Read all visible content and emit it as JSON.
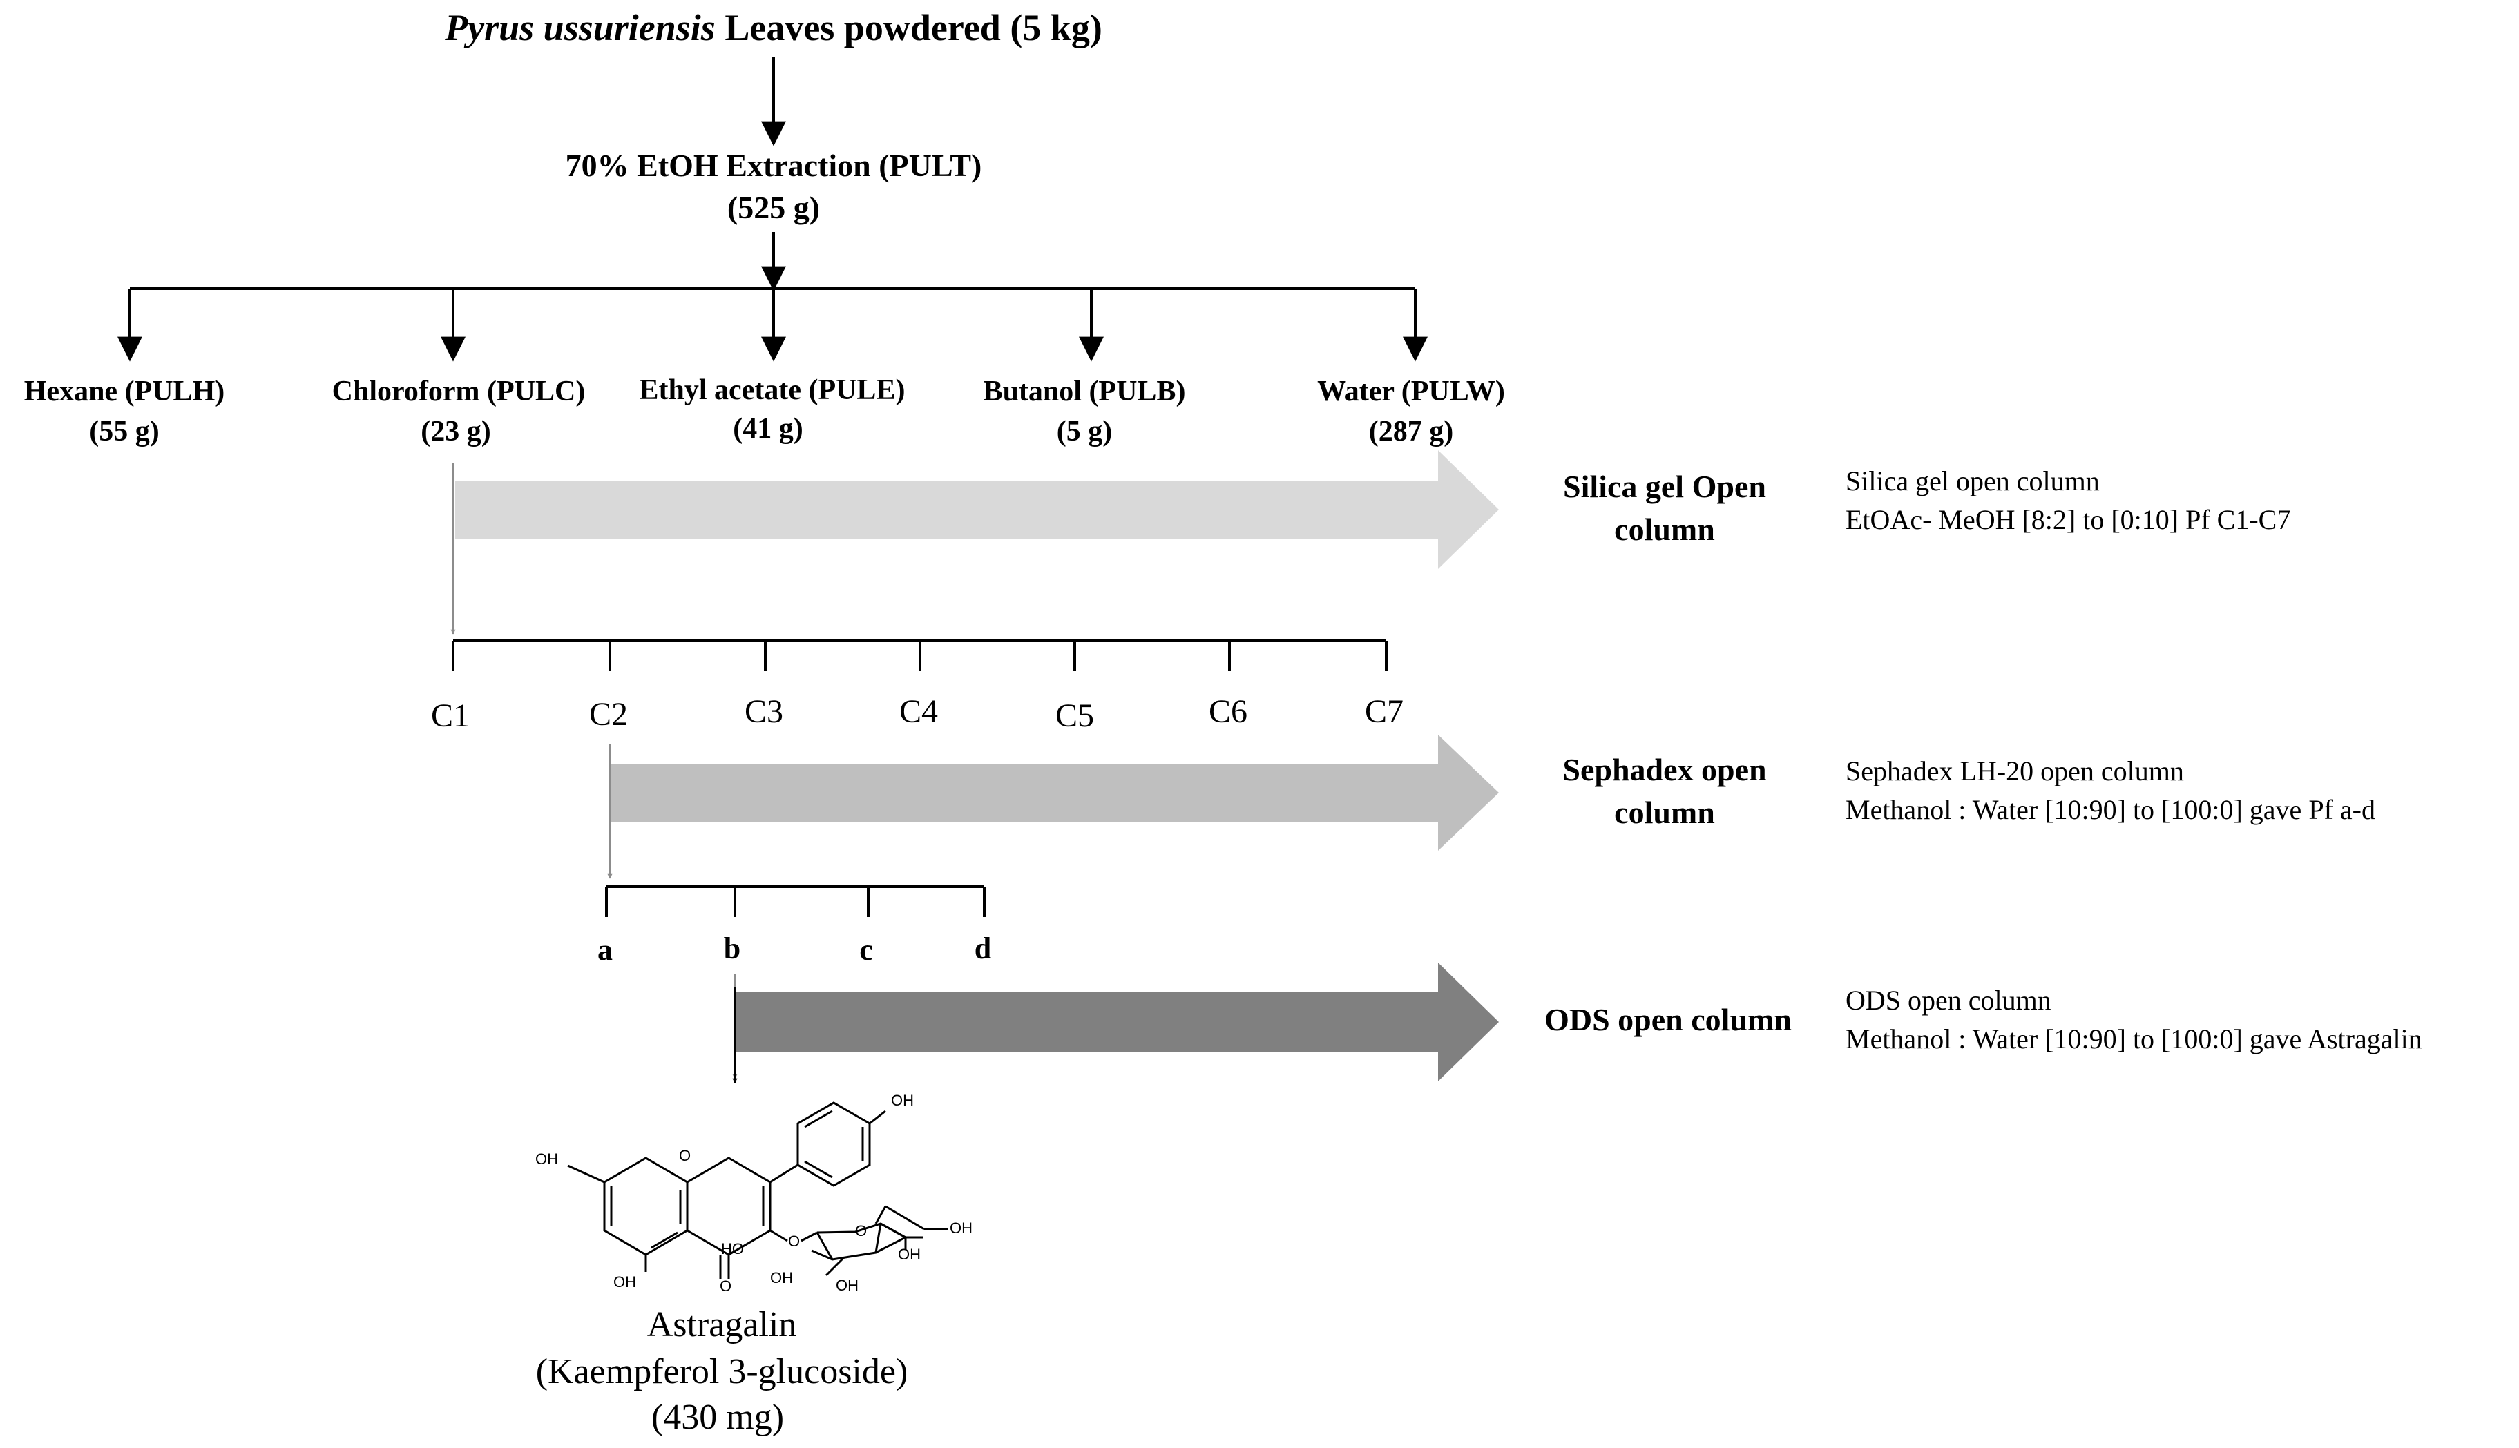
{
  "top": {
    "species": "Pyrus ussuriensis",
    "title_rest": " Leaves powdered (5 kg)"
  },
  "extraction": {
    "line1": "70% EtOH Extraction (PULT)",
    "line2": "(525 g)"
  },
  "fractions": [
    {
      "name": "Hexane (PULH)",
      "mass": "(55 g)"
    },
    {
      "name": "Chloroform (PULC)",
      "mass": "(23 g)"
    },
    {
      "name": "Ethyl acetate (PULE)",
      "mass": "(41 g)"
    },
    {
      "name": "Butanol (PULB)",
      "mass": "(5 g)"
    },
    {
      "name": "Water (PULW)",
      "mass": "(287 g)"
    }
  ],
  "steps": [
    {
      "name_line1": "Silica gel Open",
      "name_line2": "column",
      "desc_line1": "Silica gel open column",
      "desc_line2": "EtOAc- MeOH [8:2] to [0:10] Pf C1-C7",
      "color": "#d9d9d9"
    },
    {
      "name_line1": "Sephadex open",
      "name_line2": "column",
      "desc_line1": "Sephadex LH-20 open column",
      "desc_line2": "Methanol : Water [10:90] to  [100:0] gave  Pf a-d",
      "color": "#bfbfbf"
    },
    {
      "name_line1": "ODS open column",
      "name_line2": "",
      "desc_line1": "ODS open column",
      "desc_line2": "Methanol : Water [10:90] to  [100:0] gave  Astragalin",
      "color": "#808080"
    }
  ],
  "subfractions_c": [
    "C1",
    "C2",
    "C3",
    "C4",
    "C5",
    "C6",
    "C7"
  ],
  "subfractions_ad": [
    "a",
    "b",
    "c",
    "d"
  ],
  "product": {
    "name": "Astragalin",
    "alt_name": "(Kaempferol 3-glucoside)",
    "mass": "(430 mg)"
  },
  "atoms": {
    "oh": "OH",
    "o": "O",
    "ho": "HO"
  }
}
